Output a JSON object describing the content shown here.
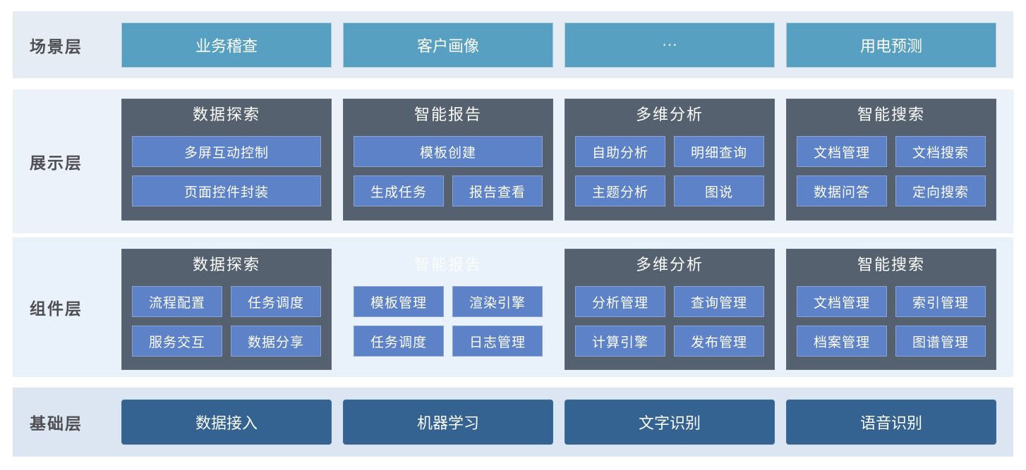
{
  "colors": {
    "band_scene": "#e6ecf4",
    "band_display": "#ebf2fa",
    "band_component": "#e9f1fa",
    "band_base": "#dce5f2",
    "scene_button": "#57a0c2",
    "card_dark": "#566170",
    "module_button": "#5e82c8",
    "base_button": "#346291",
    "label_text": "#4f4f52",
    "button_text": "#ffffff"
  },
  "rows": {
    "scene": {
      "label": "场景层",
      "buttons": [
        "业务稽查",
        "客户画像",
        "···",
        "用电预测"
      ]
    },
    "display": {
      "label": "展示层",
      "cards": [
        {
          "title": "数据探索",
          "buttons": [
            "多屏互动控制",
            "页面控件封装"
          ]
        },
        {
          "title": "智能报告",
          "buttons": [
            "模板创建",
            "生成任务",
            "报告查看"
          ]
        },
        {
          "title": "多维分析",
          "buttons": [
            "自助分析",
            "明细查询",
            "主题分析",
            "图说"
          ]
        },
        {
          "title": "智能搜索",
          "buttons": [
            "文档管理",
            "文档搜索",
            "数据问答",
            "定向搜索"
          ]
        }
      ]
    },
    "component": {
      "label": "组件层",
      "cards": [
        {
          "title": "数据探索",
          "buttons": [
            "流程配置",
            "任务调度",
            "服务交互",
            "数据分享"
          ]
        },
        {
          "title": "智能报告",
          "buttons": [
            "模板管理",
            "渲染引擎",
            "任务调度",
            "日志管理"
          ]
        },
        {
          "title": "多维分析",
          "buttons": [
            "分析管理",
            "查询管理",
            "计算引擎",
            "发布管理"
          ]
        },
        {
          "title": "智能搜索",
          "buttons": [
            "文档管理",
            "索引管理",
            "档案管理",
            "图谱管理"
          ]
        }
      ]
    },
    "base": {
      "label": "基础层",
      "buttons": [
        "数据接入",
        "机器学习",
        "文字识别",
        "语音识别"
      ]
    }
  }
}
